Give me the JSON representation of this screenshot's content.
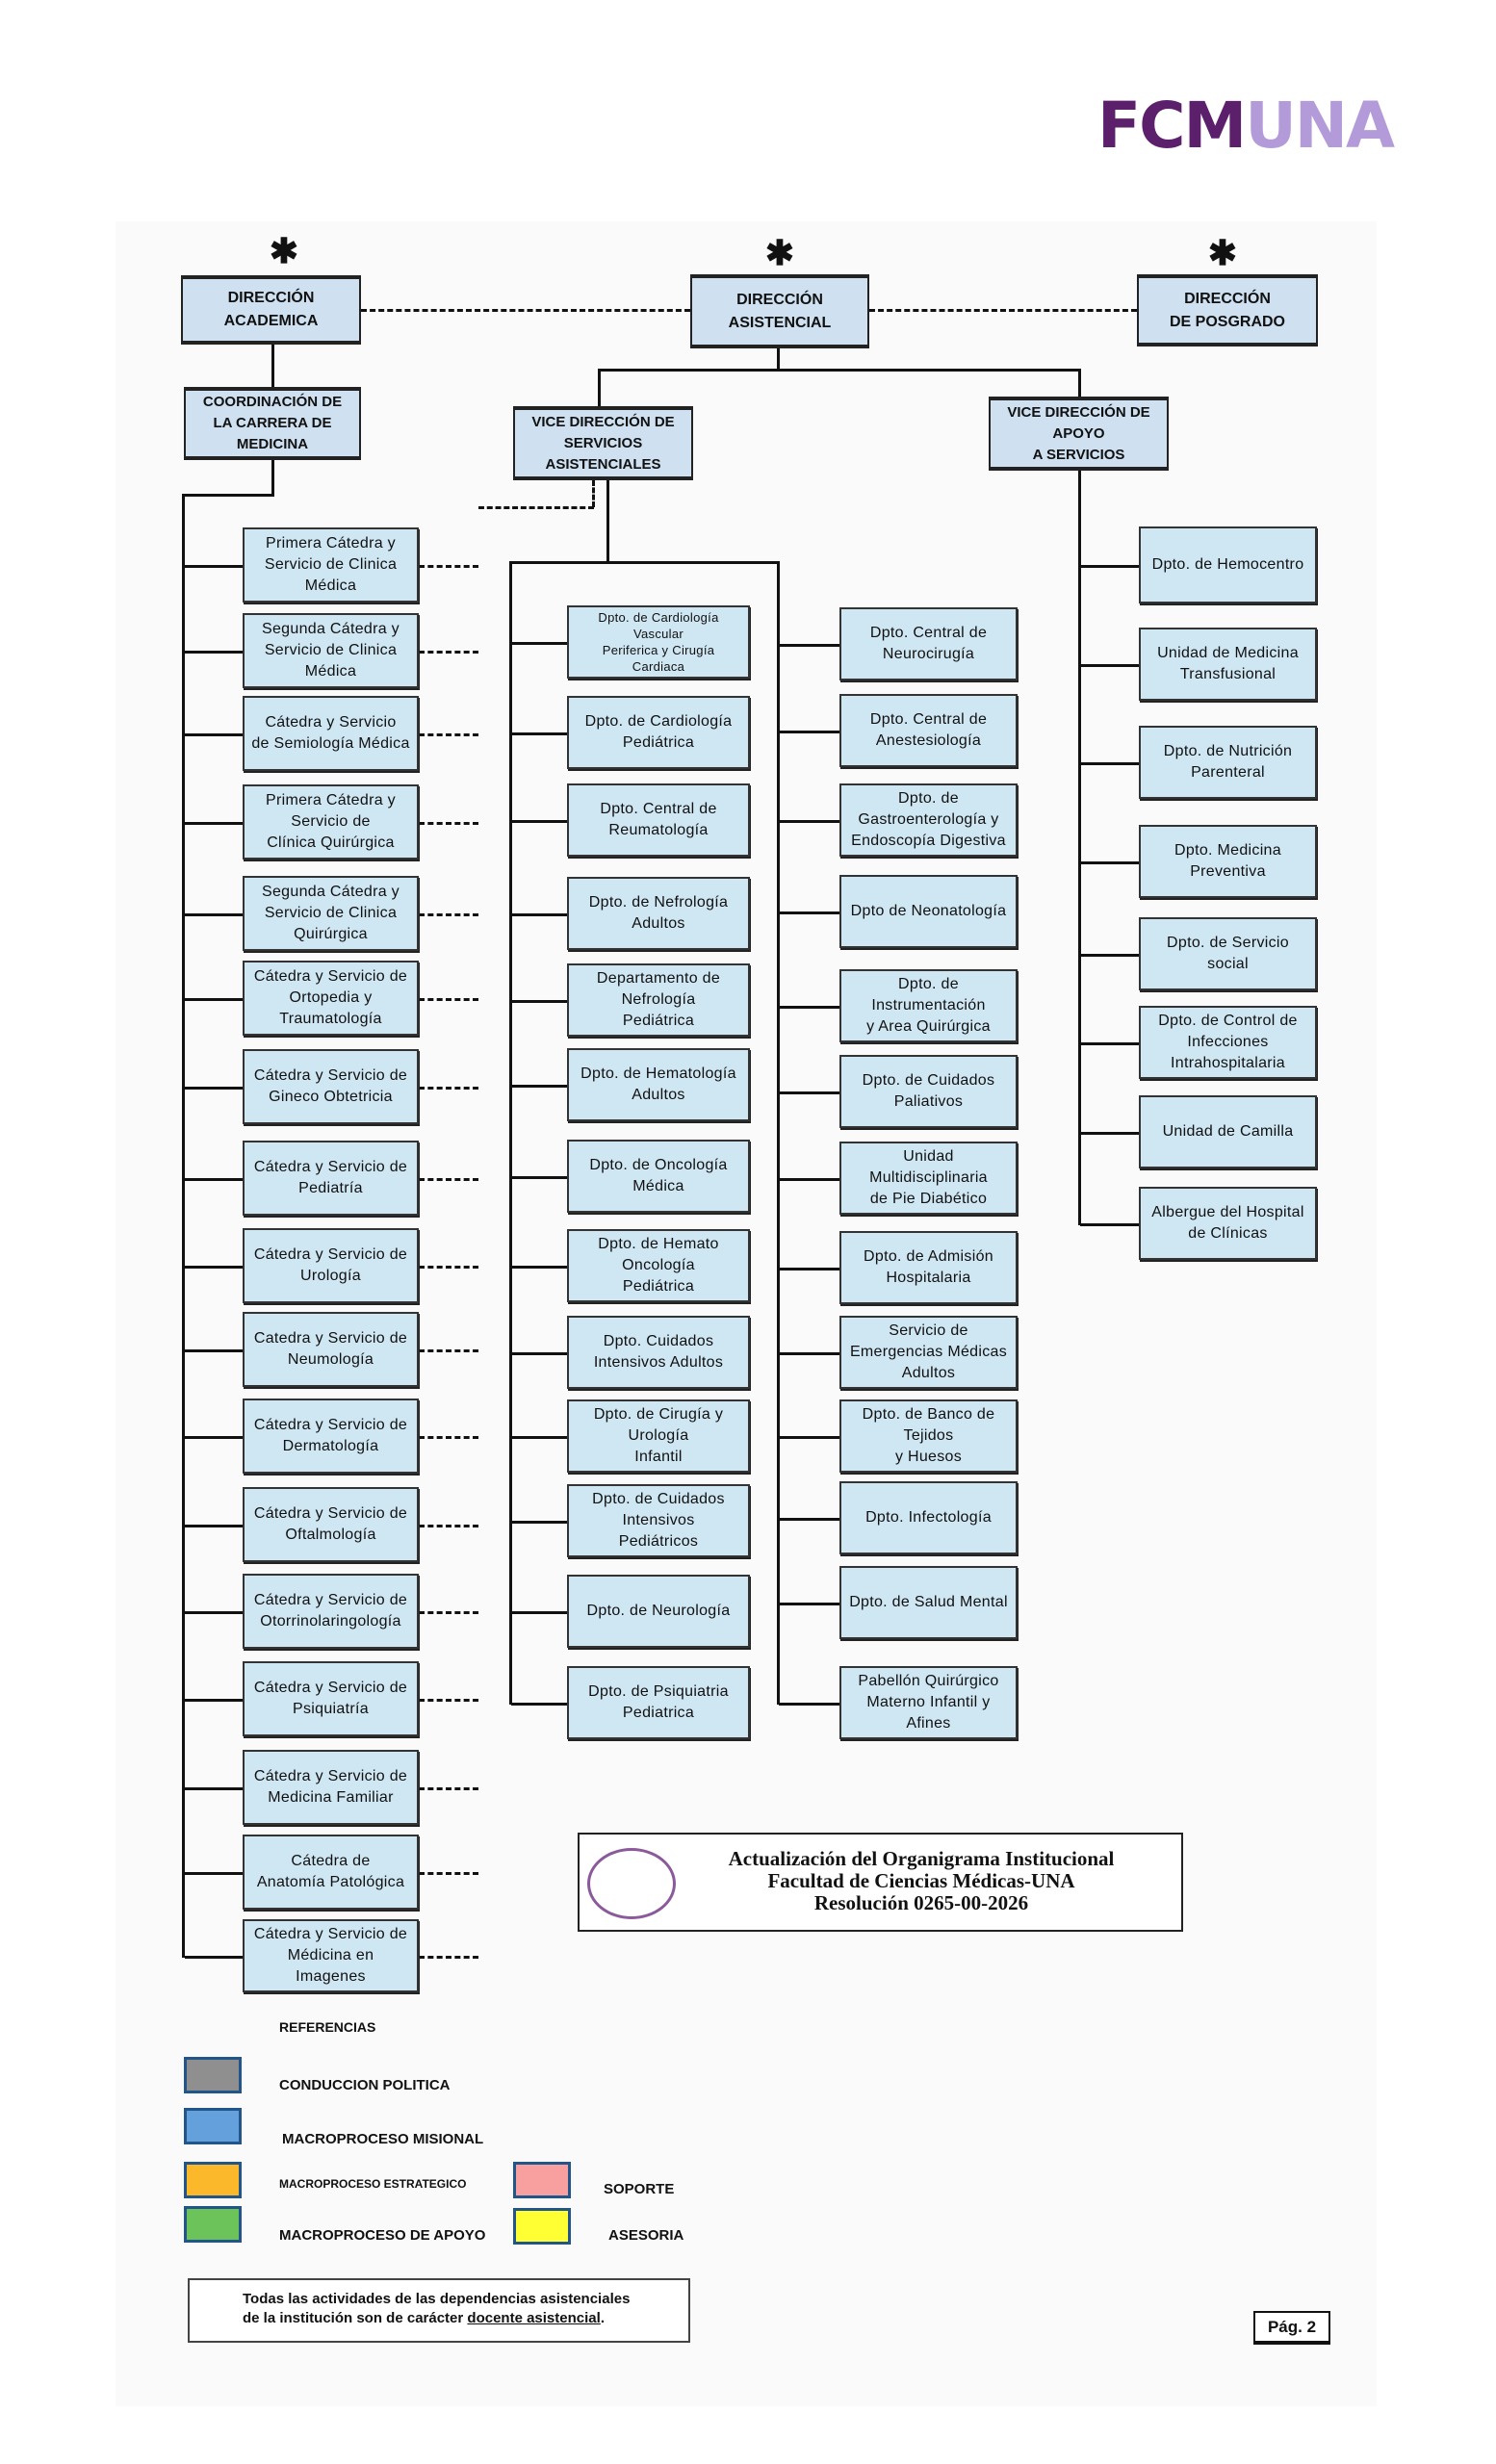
{
  "logo": {
    "part1": "FCM",
    "part2": "UNA",
    "color1": "#5b1f6b",
    "color2": "#b39ad8"
  },
  "top": {
    "asterisk": "✱",
    "direccion_academica": "DIRECCIÓN\nACADEMICA",
    "direccion_asistencial": "DIRECCIÓN\nASISTENCIAL",
    "direccion_posgrado": "DIRECCIÓN\nDE POSGRADO",
    "coordinacion": "COORDINACIÓN DE\nLA CARRERA DE\nMEDICINA",
    "vice_servicios": "VICE DIRECCIÓN DE\nSERVICIOS\nASISTENCIALES",
    "vice_apoyo": "VICE DIRECCIÓN DE\nAPOYO\nA SERVICIOS"
  },
  "catedras": [
    "Primera Cátedra y\nServicio de Clinica\nMédica",
    "Segunda Cátedra y\nServicio de  Clinica\nMédica",
    "Cátedra y Servicio\nde Semiología Médica",
    "Primera Cátedra y\nServicio de\nClínica Quirúrgica",
    "Segunda Cátedra y\nServicio de Clinica\nQuirúrgica",
    "Cátedra y Servicio de\nOrtopedia y\nTraumatología",
    "Cátedra y Servicio de\nGineco Obtetricia",
    "Cátedra y Servicio de\nPediatría",
    "Cátedra y Servicio de\nUrología",
    "Catedra y Servicio de\nNeumología",
    "Cátedra y Servicio de\nDermatología",
    "Cátedra y Servicio de\nOftalmología",
    "Cátedra y Servicio de\nOtorrinolaringología",
    "Cátedra y Servicio de\nPsiquiatría",
    "Cátedra y Servicio de\nMedicina Familiar",
    "Cátedra de\nAnatomía Patológica",
    "Cátedra y Servicio de\nMédicina en\nImagenes"
  ],
  "servicios_col1": [
    "Dpto. de Cardiología\nVascular\nPeriferica y Cirugía\nCardiaca",
    "Dpto. de Cardiología\nPediátrica",
    "Dpto. Central de\nReumatología",
    "Dpto. de Nefrología\nAdultos",
    "Departamento de\nNefrología\nPediátrica",
    "Dpto. de Hematología\nAdultos",
    "Dpto. de Oncología\nMédica",
    "Dpto. de Hemato\nOncología\nPediátrica",
    "Dpto. Cuidados\nIntensivos Adultos",
    "Dpto. de Cirugía y\nUrología\nInfantil",
    "Dpto. de Cuidados\nIntensivos\nPediátricos",
    "Dpto. de Neurología",
    "Dpto. de Psiquiatria\nPediatrica"
  ],
  "servicios_col2": [
    "Dpto. Central de\nNeurocirugía",
    "Dpto. Central de\nAnestesiología",
    "Dpto. de\nGastroenterología y\nEndoscopía Digestiva",
    "Dpto de Neonatología",
    "Dpto. de\nInstrumentación\ny Area Quirúrgica",
    "Dpto. de Cuidados\nPaliativos",
    "Unidad\nMultidisciplinaria\nde Pie Diabético",
    "Dpto. de Admisión\nHospitalaria",
    "Servicio de\nEmergencias Médicas\nAdultos",
    "Dpto. de Banco de\nTejidos\ny Huesos",
    "Dpto. Infectología",
    "Dpto. de Salud Mental",
    "Pabellón Quirúrgico\nMaterno Infantil y\nAfines"
  ],
  "apoyo": [
    "Dpto. de Hemocentro",
    "Unidad de Medicina\nTransfusional",
    "Dpto. de Nutrición\nParenteral",
    "Dpto. Medicina\nPreventiva",
    "Dpto. de Servicio\nsocial",
    "Dpto. de Control de\nInfecciones\nIntrahospitalaria",
    "Unidad de Camilla",
    "Albergue del Hospital\nde Clínicas"
  ],
  "stamp": {
    "line1": "Actualización del Organigrama Institucional",
    "line2": "Facultad de Ciencias Médicas-UNA",
    "line3": "Resolución 0265-00-2026"
  },
  "legend": {
    "title": "REFERENCIAS",
    "items": [
      {
        "label": "CONDUCCION POLITICA",
        "color": "#8f8f8f"
      },
      {
        "label": "MACROPROCESO MISIONAL",
        "color": "#63a0dc"
      },
      {
        "label": "MACROPROCESO ESTRATEGICO",
        "color": "#fbb82a"
      },
      {
        "label": "MACROPROCESO DE APOYO",
        "color": "#6cc35a"
      },
      {
        "label": "SOPORTE",
        "color": "#f8a0a0"
      },
      {
        "label": "ASESORIA",
        "color": "#ffff33"
      }
    ]
  },
  "note": {
    "text": "Todas las actividades de las dependencias asistenciales\nde la institución son de carácter ",
    "underlined": "docente asistencial",
    "end": "."
  },
  "page": "Pág. 2"
}
